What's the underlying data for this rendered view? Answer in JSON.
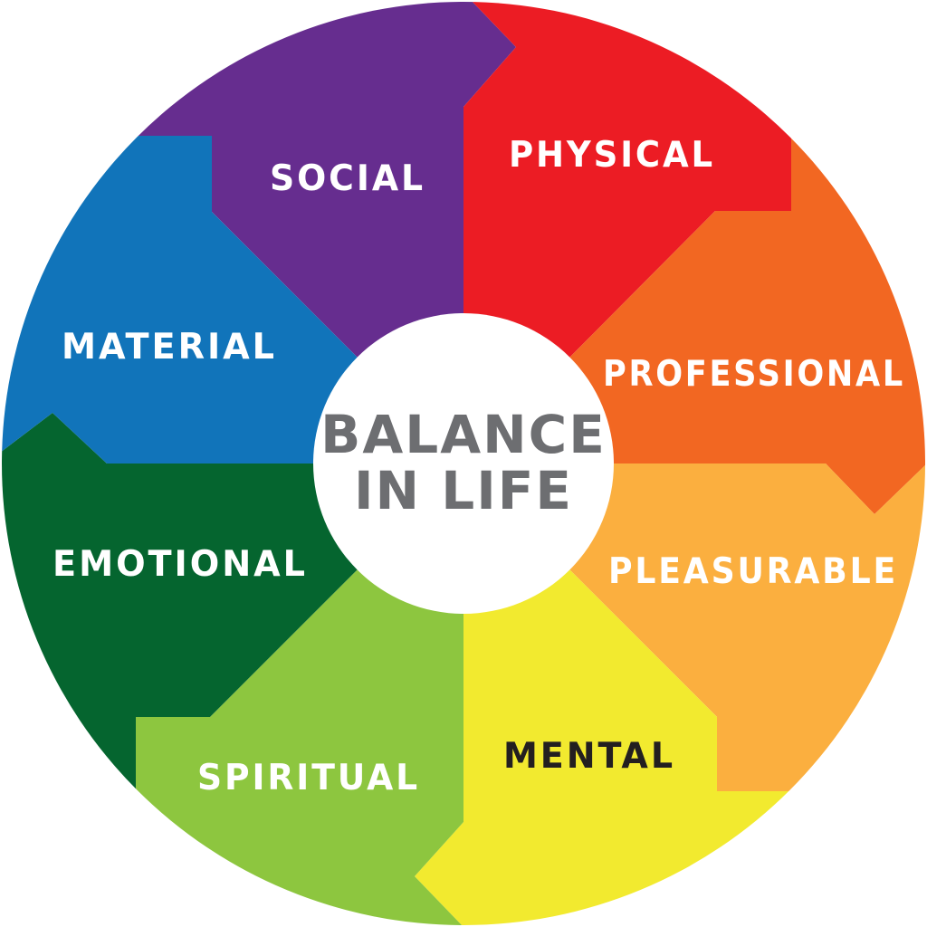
{
  "center": {
    "line1": "BALANCE",
    "line2": "IN LIFE",
    "color": "#6d6e71"
  },
  "segments": [
    {
      "id": "physical",
      "label": "PHYSICAL",
      "color": "#ec1c24",
      "text_color": "#ffffff"
    },
    {
      "id": "professional",
      "label": "PROFESSIONAL",
      "color": "#f26722",
      "text_color": "#ffffff"
    },
    {
      "id": "pleasurable",
      "label": "PLEASURABLE",
      "color": "#fbaf3f",
      "text_color": "#ffffff"
    },
    {
      "id": "mental",
      "label": "MENTAL",
      "color": "#f2ea2f",
      "text_color": "#231f20"
    },
    {
      "id": "spiritual",
      "label": "SPIRITUAL",
      "color": "#8dc63f",
      "text_color": "#ffffff"
    },
    {
      "id": "emotional",
      "label": "EMOTIONAL",
      "color": "#05652f",
      "text_color": "#ffffff"
    },
    {
      "id": "material",
      "label": "MATERIAL",
      "color": "#1174ba",
      "text_color": "#ffffff"
    },
    {
      "id": "social",
      "label": "SOCIAL",
      "color": "#662d8f",
      "text_color": "#ffffff"
    }
  ]
}
